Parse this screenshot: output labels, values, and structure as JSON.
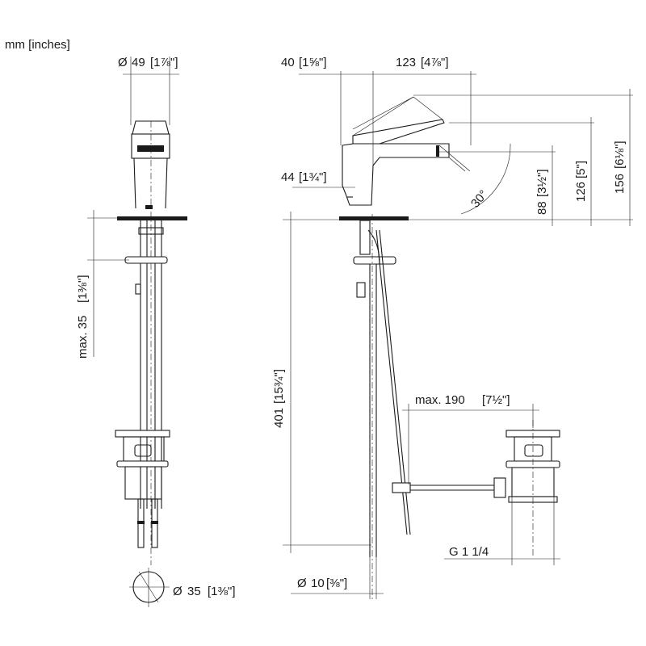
{
  "units_note": "mm [inches]",
  "front_view": {
    "spout_diameter": {
      "mm": "49",
      "inch": "1⅞"
    },
    "max_thickness": {
      "mm": "max. 35",
      "inch": "1⅜"
    },
    "hole_diameter": {
      "mm": "35",
      "inch": "1⅜"
    }
  },
  "side_view": {
    "lever_offset": {
      "mm": "40",
      "inch": "1⅝"
    },
    "projection": {
      "mm": "123",
      "inch": "4⅞"
    },
    "base_height": {
      "mm": "44",
      "inch": "1¾"
    },
    "spout_angle": "30°",
    "outlet_height": {
      "mm": "88",
      "inch": "3½"
    },
    "spout_height": {
      "mm": "126",
      "inch": "5"
    },
    "total_height": {
      "mm": "156",
      "inch": "6⅛"
    },
    "below_deck": {
      "mm": "401",
      "inch": "15¾"
    },
    "max_distance": {
      "mm": "max. 190",
      "inch": "7½"
    },
    "thread": "G 1 1/4",
    "pipe_diameter": {
      "mm": "10",
      "inch": "⅜"
    }
  },
  "symbols": {
    "diameter": "Ø",
    "inch_mark": "\""
  }
}
